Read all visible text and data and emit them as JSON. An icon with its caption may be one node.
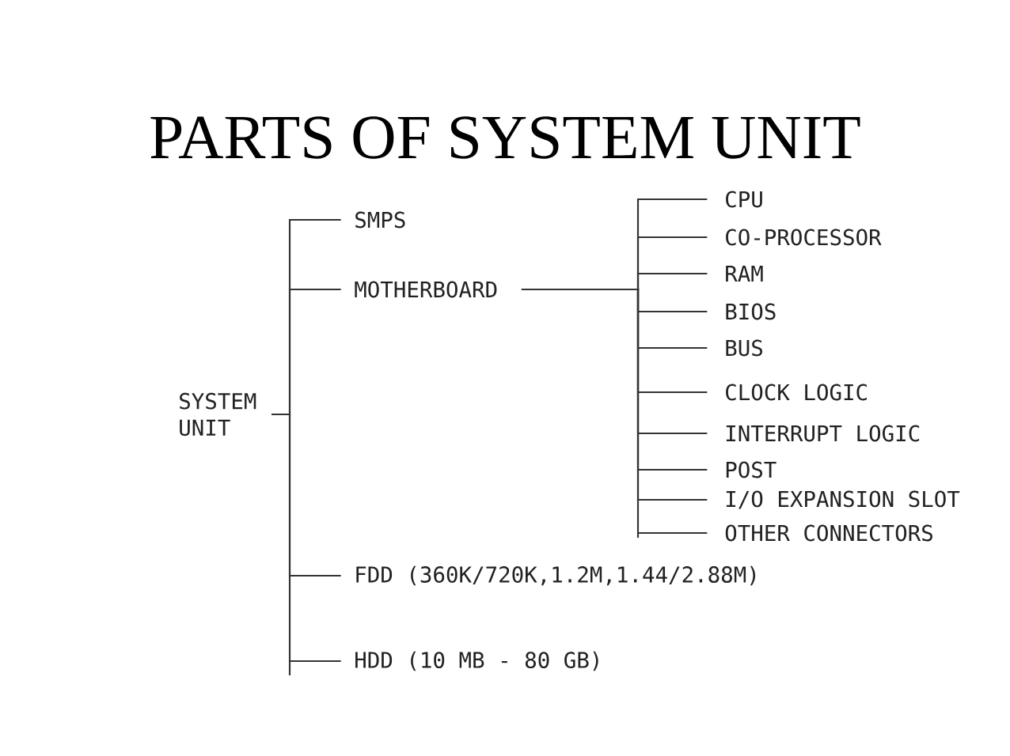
{
  "diagram": {
    "title": "PARTS OF SYSTEM UNIT",
    "nodes": [
      {
        "text": [
          "SYSTEM UNIT"
        ]
      },
      {
        "text": [
          "SMPS"
        ]
      },
      {
        "text": [
          "MOTHERBOARD"
        ]
      },
      {
        "text": [
          "CPU"
        ]
      },
      {
        "text": [
          "CO-PROCESSOR"
        ]
      },
      {
        "text": [
          "RAM"
        ]
      },
      {
        "text": [
          "BIOS"
        ]
      },
      {
        "text": [
          "BUS"
        ]
      },
      {
        "text": [
          "CLOCK LOGIC"
        ]
      },
      {
        "text": [
          "INTERRUPT LOGIC"
        ]
      },
      {
        "text": [
          "POST"
        ]
      },
      {
        "text": [
          "I/O EXPANSION SLOT"
        ]
      },
      {
        "text": [
          "OTHER CONNECTORS"
        ]
      },
      {
        "text": [
          "FDD (360K/720K,1.2M,1.44/2.88M)"
        ]
      },
      {
        "text": [
          "HDD (10 MB - 80 GB)"
        ]
      }
    ],
    "edges": [
      {
        "from": 0,
        "to": 1,
        "arrow": "none"
      },
      {
        "from": 0,
        "to": 2,
        "arrow": "none"
      },
      {
        "from": 2,
        "to": 3,
        "arrow": "none"
      },
      {
        "from": 2,
        "to": 4,
        "arrow": "none"
      },
      {
        "from": 2,
        "to": 5,
        "arrow": "none"
      },
      {
        "from": 2,
        "to": 6,
        "arrow": "none"
      },
      {
        "from": 2,
        "to": 7,
        "arrow": "none"
      },
      {
        "from": 2,
        "to": 8,
        "arrow": "none"
      },
      {
        "from": 2,
        "to": 9,
        "arrow": "none"
      },
      {
        "from": 2,
        "to": 10,
        "arrow": "none"
      },
      {
        "from": 2,
        "to": 11,
        "arrow": "none"
      },
      {
        "from": 2,
        "to": 12,
        "arrow": "none"
      },
      {
        "from": 0,
        "to": 13,
        "arrow": "none"
      },
      {
        "from": 0,
        "to": 14,
        "arrow": "none"
      }
    ]
  }
}
